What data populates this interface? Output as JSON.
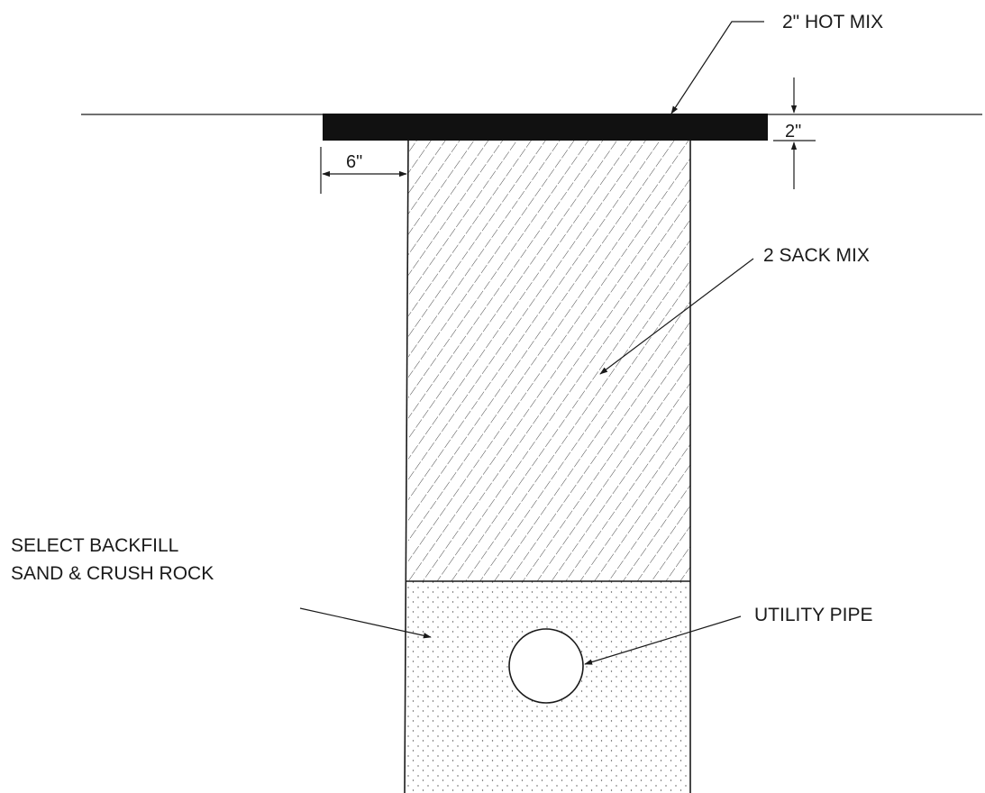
{
  "labels": {
    "hot_mix": "2\" HOT MIX",
    "sack_mix": "2 SACK MIX",
    "backfill_line1": "SELECT BACKFILL",
    "backfill_line2": "SAND & CRUSH ROCK",
    "utility_pipe": "UTILITY PIPE"
  },
  "dimensions": {
    "overhang": "6\"",
    "pavement_thickness": "2\""
  },
  "colors": {
    "ink": "#1a1a1a",
    "pavement": "#111111",
    "background": "#ffffff"
  }
}
